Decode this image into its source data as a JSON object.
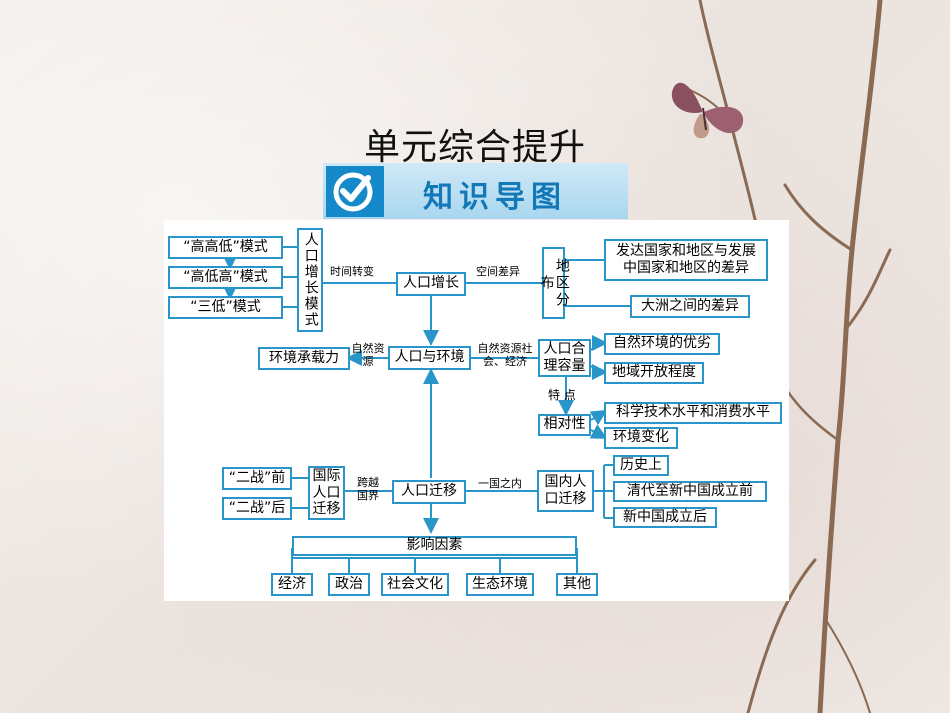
{
  "title": "单元综合提升",
  "banner": {
    "text": "知识导图",
    "icon": "check-badge-icon"
  },
  "colors": {
    "border": "#2a95c8",
    "banner": "#1589c9",
    "banner_text": "#1378b8"
  },
  "diagram": {
    "models": [
      "“高高低”模式",
      "“高低高”模式",
      "“三低”模式"
    ],
    "growth_models_box": "人口增长模式",
    "population_growth": "人口增长",
    "label_time": "时间转变",
    "label_space": "空间差异",
    "regional_distribution": "地区分布",
    "diff_developed": "发达国家和地区与发展中国家和地区的差异",
    "diff_continents": "大洲之间的差异",
    "carrying_capacity": "环境承载力",
    "label_natural_resources": "自然资源",
    "population_environment": "人口与环境",
    "label_nat_res_socio": "自然资源社会、经济",
    "reasonable_capacity": "人口合理容量",
    "natural_advantage": "自然环境的优劣",
    "openness": "地域开放程度",
    "label_feature": "特 点",
    "relativity": "相对性",
    "sci_tech": "科学技术水平和消费水平",
    "env_change": "环境变化",
    "ww2_before": "“二战”前",
    "ww2_after": "“二战”后",
    "intl_migration": "国际人口迁移",
    "label_cross_border": "跨越国界",
    "migration": "人口迁移",
    "label_within_country": "一国之内",
    "domestic_migration": "国内人口迁移",
    "history": "历史上",
    "qing_to_prc": "清代至新中国成立前",
    "after_prc": "新中国成立后",
    "factors": "影响因素",
    "factor_items": [
      "经济",
      "政治",
      "社会文化",
      "生态环境",
      "其他"
    ]
  }
}
